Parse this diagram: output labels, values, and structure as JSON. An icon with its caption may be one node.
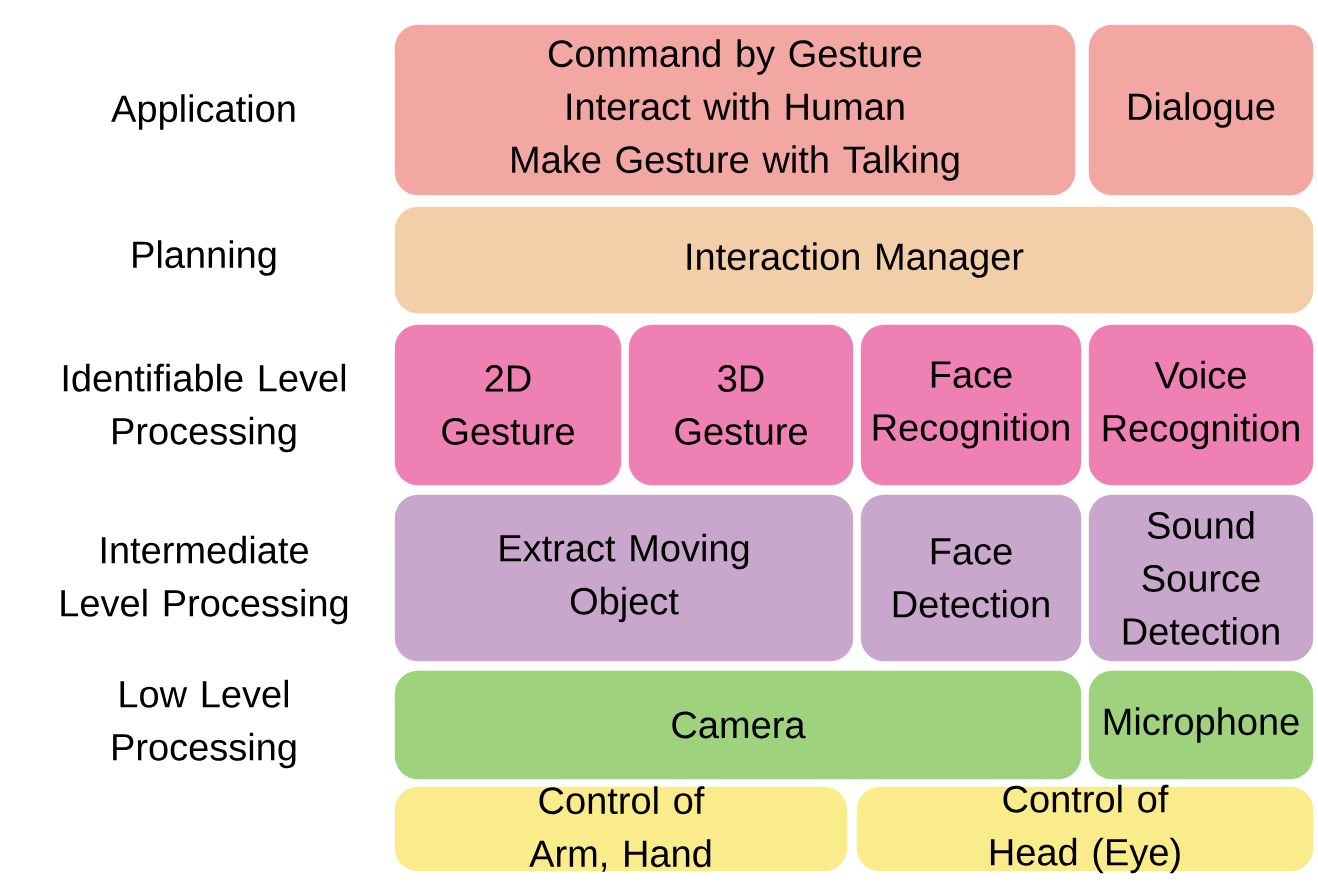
{
  "diagram": {
    "nodes": [
      {
        "text": [
          "Command by Gesture",
          "Interact with Human",
          "Make Gesture with Talking"
        ]
      },
      {
        "text": [
          "Dialogue"
        ]
      },
      {
        "text": [
          "Interaction Manager"
        ]
      },
      {
        "text": [
          "2D Gesture"
        ]
      },
      {
        "text": [
          "3D Gesture"
        ]
      },
      {
        "text": [
          "Face Recognition"
        ]
      },
      {
        "text": [
          "Voice Recognition"
        ]
      },
      {
        "text": [
          "Extract Moving Object"
        ]
      },
      {
        "text": [
          "Face Detection"
        ]
      },
      {
        "text": [
          "Sound Source Detection"
        ]
      },
      {
        "text": [
          "Camera"
        ]
      },
      {
        "text": [
          "Microphone"
        ]
      },
      {
        "text": [
          "Control of Arm, Hand"
        ]
      },
      {
        "text": [
          "Control of Head (Eye)"
        ]
      }
    ],
    "labels": [
      "Application",
      "Planning",
      "Identifiable Level Processing",
      "Intermediate Level Processing",
      "Low Level Processing"
    ]
  }
}
